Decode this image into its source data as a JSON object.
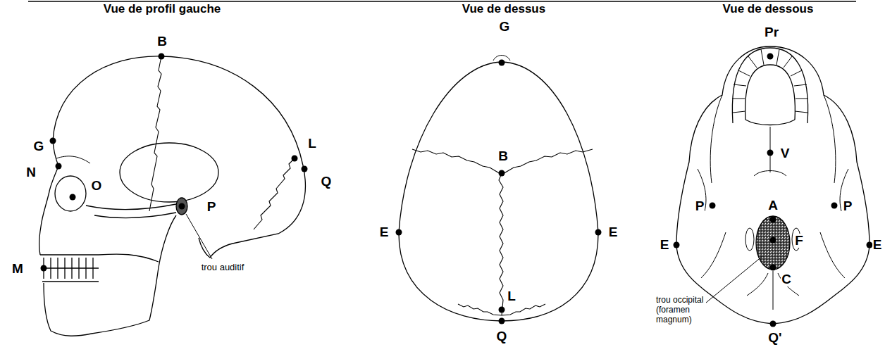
{
  "diagram": {
    "labels": [
      "Vue de profil gauche",
      "Vue de dessus",
      "Vue de dessous",
      "B",
      "G",
      "N",
      "O",
      "M",
      "L",
      "Q",
      "P",
      "trou auditif",
      "G",
      "B",
      "E",
      "E",
      "L",
      "Q",
      "Pr",
      "V",
      "P",
      "P",
      "A",
      "F",
      "C",
      "E",
      "E",
      "Q'",
      "trou occipital (foramen magnum)"
    ]
  }
}
